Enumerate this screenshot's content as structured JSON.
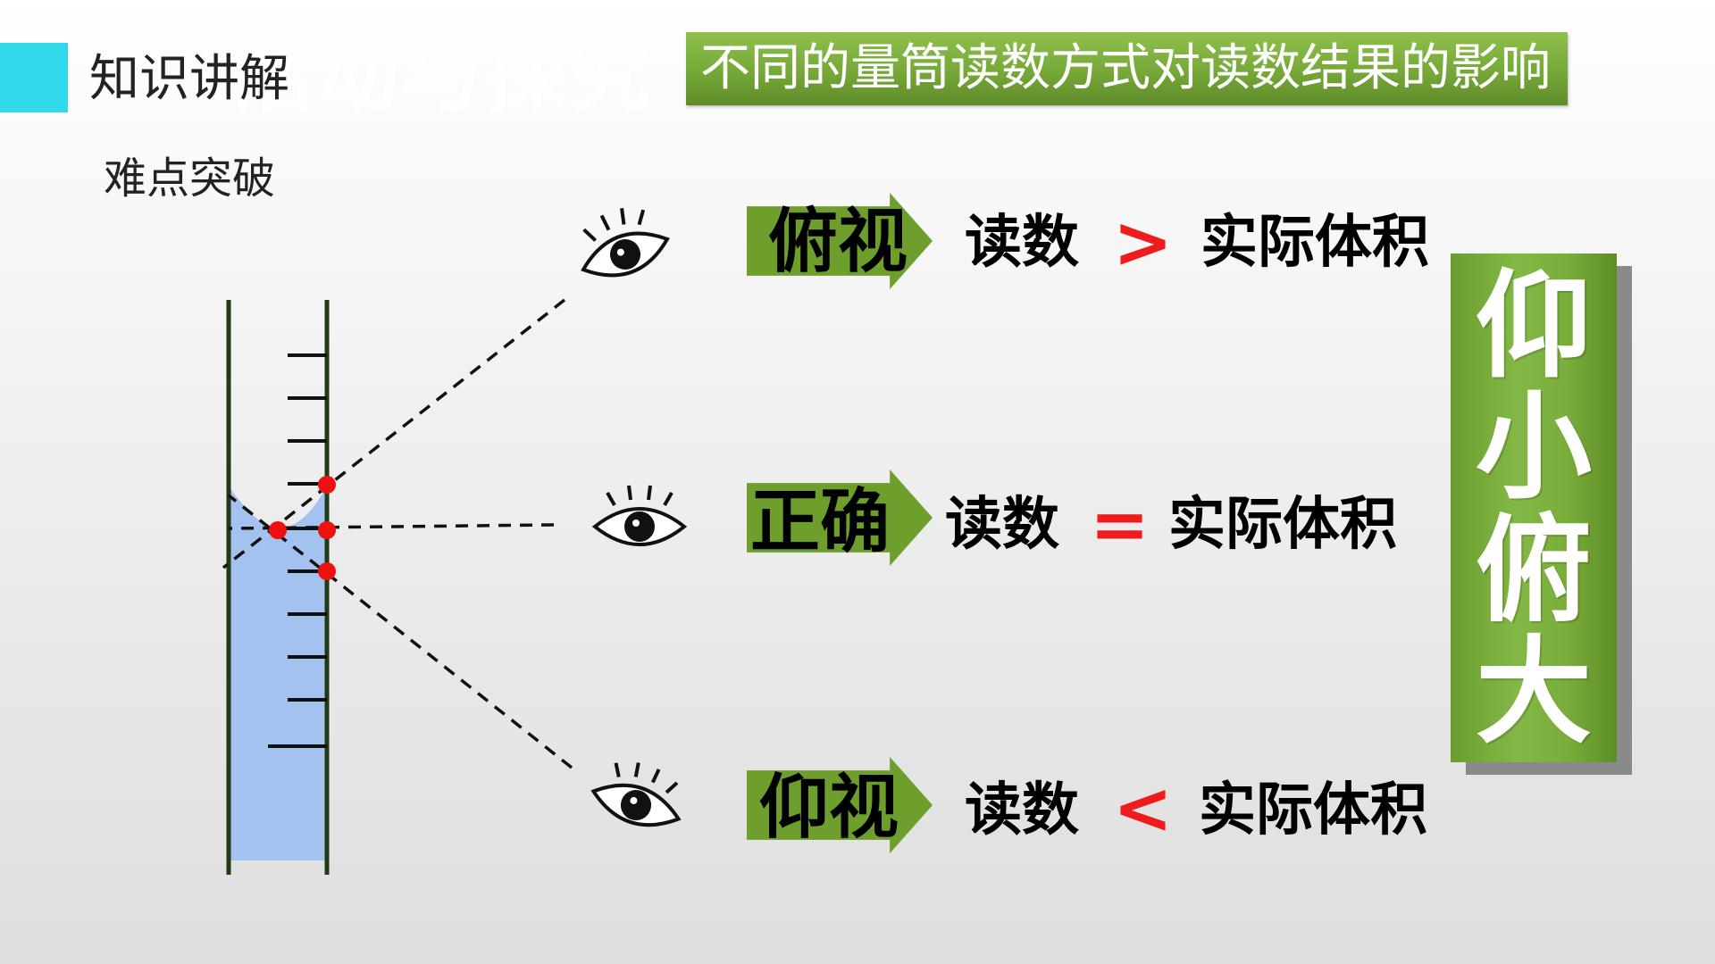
{
  "header": {
    "section_title": "知识讲解",
    "ghost_title": "活动与探究",
    "banner_title": "不同的量筒读数方式对读数结果的影响"
  },
  "sub_title": "难点突破",
  "rows": [
    {
      "view": "俯视",
      "reading": "读数",
      "operator": ">",
      "actual": "实际体积"
    },
    {
      "view": "正确",
      "reading": "读数",
      "operator": "=",
      "actual": "实际体积"
    },
    {
      "view": "仰视",
      "reading": "读数",
      "operator": "<",
      "actual": "实际体积"
    }
  ],
  "mnemonic": [
    "仰",
    "小",
    "俯",
    "大"
  ],
  "colors": {
    "accent": "#31d8ea",
    "banner_green": "#76a838",
    "arrow_green": "#6e9e2c",
    "operator_red": "#ee1c1c",
    "liquid_blue": "#a3c2ef",
    "cylinder_wall": "#1f3a14",
    "marker_red": "#ee1111"
  },
  "icons": [
    "eye-icon",
    "eye-icon",
    "eye-icon"
  ]
}
